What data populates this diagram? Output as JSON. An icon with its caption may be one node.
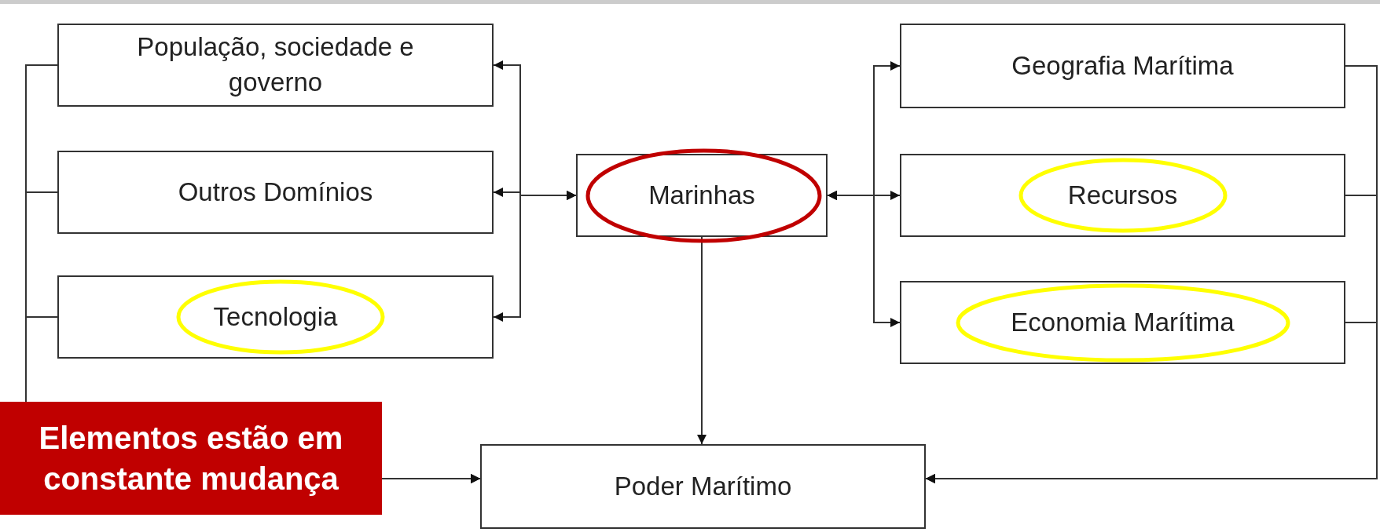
{
  "diagram": {
    "nodes": [
      {
        "text": [
          "População, sociedade e governo"
        ]
      },
      {
        "text": [
          "Outros Domínios"
        ]
      },
      {
        "text": [
          "Tecnologia"
        ]
      },
      {
        "text": [
          "Marinhas"
        ]
      },
      {
        "text": [
          "Geografia Marítima"
        ]
      },
      {
        "text": [
          "Recursos"
        ]
      },
      {
        "text": [
          "Economia Marítima"
        ]
      },
      {
        "text": [
          "Poder Marítimo"
        ]
      }
    ],
    "edges": [
      {
        "from": 0,
        "to": 3,
        "arrow": "both"
      },
      {
        "from": 1,
        "to": 3,
        "arrow": "both"
      },
      {
        "from": 2,
        "to": 3,
        "arrow": "both"
      },
      {
        "from": 3,
        "to": 4,
        "arrow": "both"
      },
      {
        "from": 3,
        "to": 5,
        "arrow": "both"
      },
      {
        "from": 3,
        "to": 6,
        "arrow": "both"
      },
      {
        "from": 0,
        "to": 7,
        "arrow": "to"
      },
      {
        "from": 1,
        "to": 7,
        "arrow": "to"
      },
      {
        "from": 2,
        "to": 7,
        "arrow": "to"
      },
      {
        "from": 4,
        "to": 7,
        "arrow": "to"
      },
      {
        "from": 5,
        "to": 7,
        "arrow": "to"
      },
      {
        "from": 6,
        "to": 7,
        "arrow": "to"
      },
      {
        "from": 3,
        "to": 7,
        "arrow": "to"
      }
    ],
    "labels": [
      "Elementos estão em constante mudança"
    ]
  }
}
